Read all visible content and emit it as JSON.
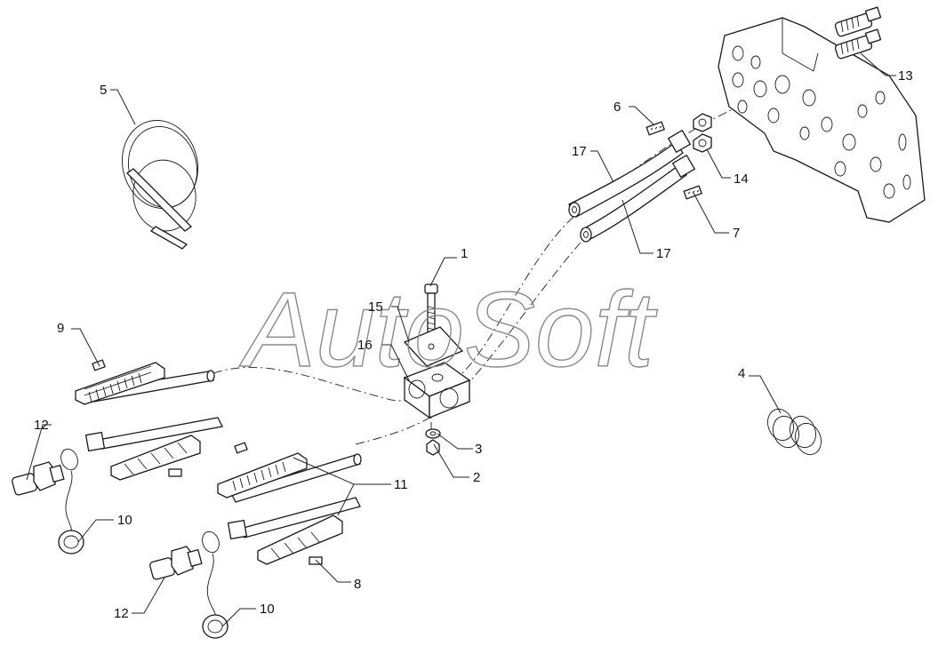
{
  "watermark": "AutoSoft",
  "callouts": [
    {
      "id": "c1",
      "text": "1"
    },
    {
      "id": "c2",
      "text": "2"
    },
    {
      "id": "c3",
      "text": "3"
    },
    {
      "id": "c4",
      "text": "4"
    },
    {
      "id": "c5",
      "text": "5"
    },
    {
      "id": "c6",
      "text": "6"
    },
    {
      "id": "c7",
      "text": "7"
    },
    {
      "id": "c8",
      "text": "8"
    },
    {
      "id": "c9",
      "text": "9"
    },
    {
      "id": "c10a",
      "text": "10"
    },
    {
      "id": "c10b",
      "text": "10"
    },
    {
      "id": "c11",
      "text": "11"
    },
    {
      "id": "c12a",
      "text": "12"
    },
    {
      "id": "c12b",
      "text": "12"
    },
    {
      "id": "c13",
      "text": "13"
    },
    {
      "id": "c14",
      "text": "14"
    },
    {
      "id": "c15",
      "text": "15"
    },
    {
      "id": "c16",
      "text": "16"
    },
    {
      "id": "c17a",
      "text": "17"
    },
    {
      "id": "c17b",
      "text": "17"
    }
  ]
}
